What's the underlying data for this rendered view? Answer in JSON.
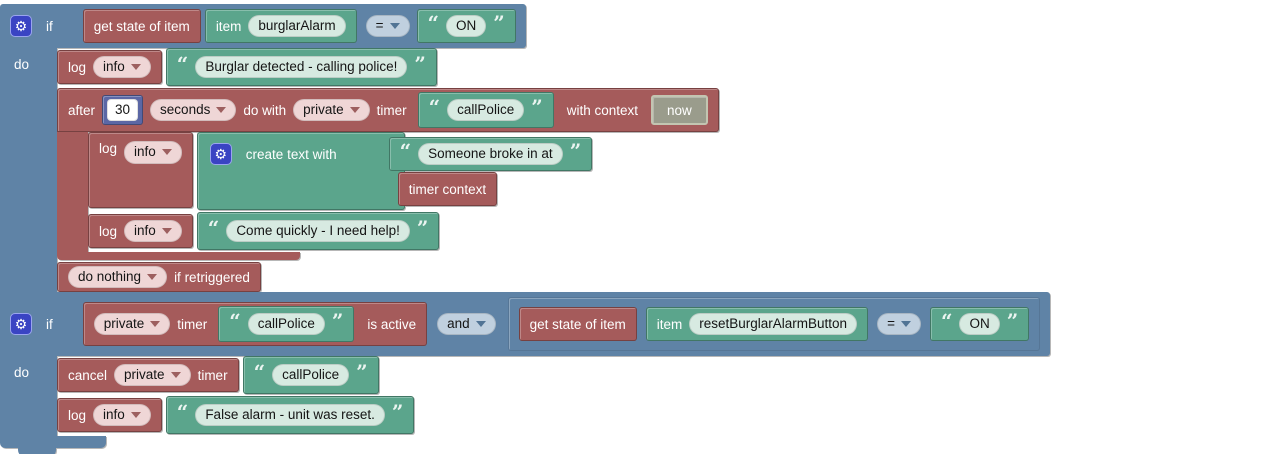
{
  "icons": {
    "gear": "⚙",
    "quote_open": "“",
    "quote_close": "”"
  },
  "colors": {
    "if_block_blue": "#5f83a6",
    "action_red": "#a55b5b",
    "string_green": "#5ba58c",
    "number_blue": "#5b67a5",
    "context_gray": "#9a9c8c",
    "gear_icon_blue": "#3a44c3",
    "field_pink": "#efd6d6",
    "field_light_green": "#d7eae1",
    "field_light_blue": "#c0d0df"
  },
  "rule1": {
    "if_label": "if",
    "do_label": "do",
    "condition": {
      "get_state": "get state of item",
      "item_label": "item",
      "item_name": "burglarAlarm",
      "operator": "=",
      "value": "ON"
    },
    "log_burglar": {
      "log": "log",
      "level": "info",
      "message": "Burglar detected - calling police!"
    },
    "after_timer": {
      "after": "after",
      "delay": "30",
      "unit": "seconds",
      "do_with": "do with",
      "scope": "private",
      "timer": "timer",
      "timer_name": "callPolice",
      "with_context": "with context",
      "context": "now"
    },
    "log_create": {
      "log": "log",
      "level": "info",
      "create_text": "create text with",
      "text_part": "Someone broke in at",
      "context_part": "timer context"
    },
    "log_help": {
      "log": "log",
      "level": "info",
      "message": "Come quickly - I need help!"
    },
    "retrigger": {
      "policy": "do nothing",
      "suffix": "if retriggered"
    }
  },
  "rule2": {
    "if_label": "if",
    "do_label": "do",
    "timer_active": {
      "scope": "private",
      "timer": "timer",
      "timer_name": "callPolice",
      "suffix": "is active"
    },
    "and_operator": "and",
    "condition": {
      "get_state": "get state of item",
      "item_label": "item",
      "item_name": "resetBurglarAlarmButton",
      "operator": "=",
      "value": "ON"
    },
    "cancel_timer": {
      "cancel": "cancel",
      "scope": "private",
      "timer": "timer",
      "timer_name": "callPolice"
    },
    "log_reset": {
      "log": "log",
      "level": "info",
      "message": "False alarm - unit was reset."
    }
  }
}
